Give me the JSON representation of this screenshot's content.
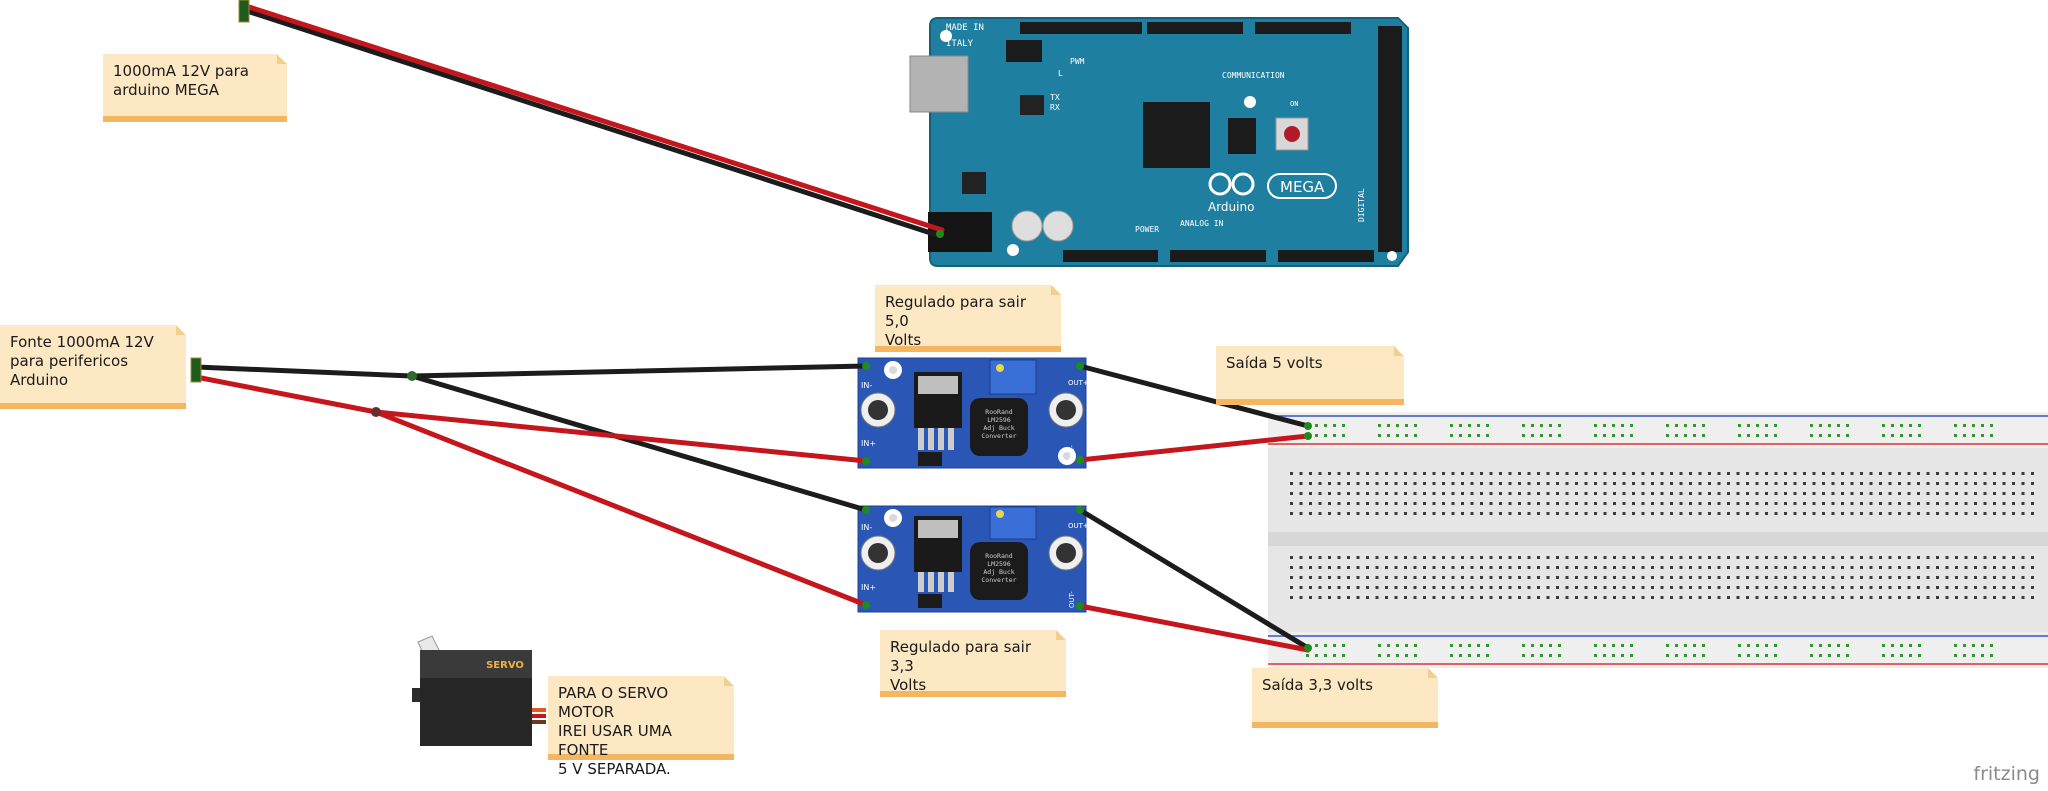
{
  "notes": {
    "mega_supply": "1000mA  12V para\narduino MEGA",
    "peripheral_supply": "Fonte 1000mA 12V\npara perifericos\nArduino",
    "reg_5v": "Regulado para sair  5,0\nVolts",
    "out_5v": "Saída 5 volts",
    "reg_33v": "Regulado para sair  3,3\nVolts",
    "out_33v": "Saída 3,3 volts",
    "servo_note": "PARA O SERVO MOTOR\nIREI USAR UMA FONTE\n5 V SEPARADA."
  },
  "arduino": {
    "made_in": "MADE IN",
    "italy": "ITALY",
    "pwm": "PWM",
    "tx": "TX",
    "rx": "RX",
    "l": "L",
    "communication": "COMMUNICATION",
    "on": "ON",
    "brand": "Arduino",
    "model": "MEGA",
    "power": "POWER",
    "analog_in": "ANALOG IN",
    "digital": "DIGITAL"
  },
  "converter": {
    "in_plus": "IN+",
    "in_minus": "IN-",
    "out_plus": "OUT+",
    "out_minus": "OUT-",
    "chip_text": "RooRand\nLM2596\nAdj Buck\nConverter"
  },
  "servo_label": "SERVO",
  "watermark": "fritzing",
  "colors": {
    "wire_red": "#c4161c",
    "wire_black": "#1c1c1c",
    "arduino_board": "#1f7fa0",
    "converter_board": "#2a56b5",
    "note_bg": "#fde8c4",
    "note_bar": "#f4b660"
  }
}
